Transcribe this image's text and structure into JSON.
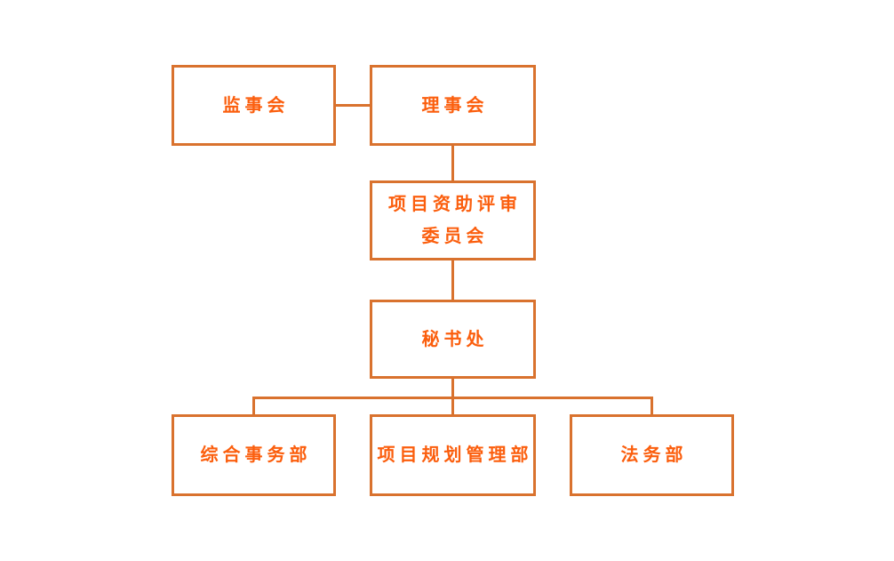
{
  "diagram": {
    "type": "org-chart",
    "background_color": "#FFFFFF",
    "box_border_color": "#D9722E",
    "connector_color": "#D9722E",
    "label_color": "#FB5E0D",
    "nodes": {
      "supervisory_board": {
        "label": "监事会"
      },
      "council": {
        "label": "理事会"
      },
      "review_committee": {
        "label_line1": "项目资助评审",
        "label_line2": "委员会"
      },
      "secretariat": {
        "label": "秘书处"
      },
      "general_affairs": {
        "label": "综合事务部"
      },
      "project_planning": {
        "label": "项目规划管理部"
      },
      "legal": {
        "label": "法务部"
      }
    },
    "edges": [
      {
        "from": "supervisory_board",
        "to": "council",
        "orientation": "horizontal"
      },
      {
        "from": "council",
        "to": "review_committee",
        "orientation": "vertical"
      },
      {
        "from": "review_committee",
        "to": "secretariat",
        "orientation": "vertical"
      },
      {
        "from": "secretariat",
        "to": "general_affairs",
        "orientation": "elbow"
      },
      {
        "from": "secretariat",
        "to": "project_planning",
        "orientation": "vertical"
      },
      {
        "from": "secretariat",
        "to": "legal",
        "orientation": "elbow"
      }
    ]
  }
}
